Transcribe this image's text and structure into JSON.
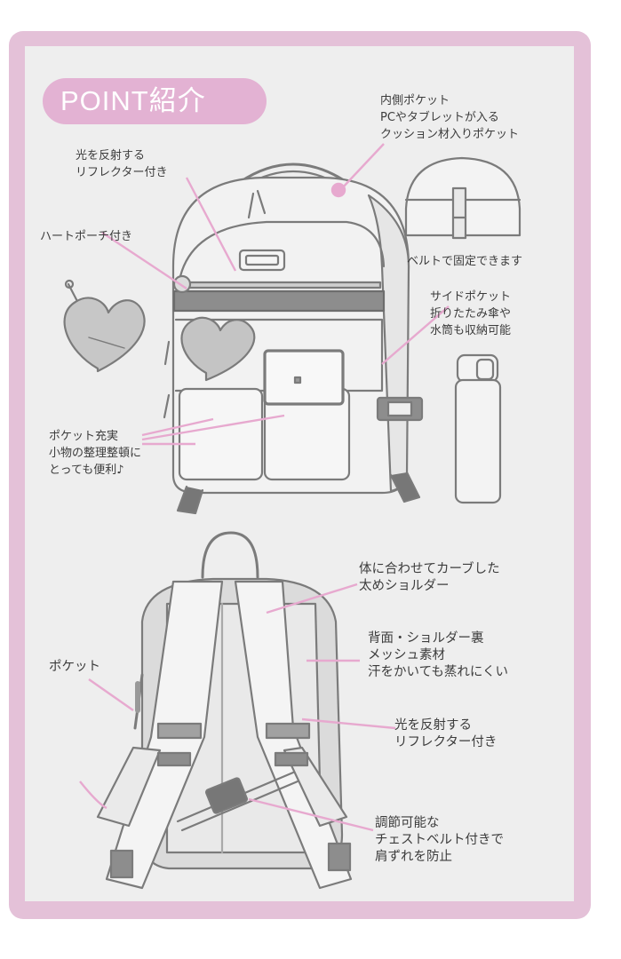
{
  "badge_title": "POINT紹介",
  "labels": {
    "reflector_top": "光を反射する\nリフレクター付き",
    "heart_pouch": "ハートポーチ付き",
    "inner_pocket": "内側ポケット\nPCやタブレットが入る\nクッション材入りポケット",
    "belt_fixed": "ベルトで固定できます",
    "side_pocket": "サイドポケット\n折りたたみ傘や\n水筒も収納可能",
    "pockets_many": "ポケット充実\n小物の整理整頓に\nとっても便利♪",
    "curved_shoulder": "体に合わせてカーブした\n太めショルダー",
    "back_mesh": "背面・ショルダー裏\nメッシュ素材\n汗をかいても蒸れにくい",
    "back_pocket": "ポケット",
    "reflector_bottom": "光を反射する\nリフレクター付き",
    "chest_belt": "調節可能な\nチェストベルト付きで\n肩ずれを防止"
  },
  "colors": {
    "frame": "#e4c1d8",
    "badge": "#e3b2d3",
    "leader": "#e7a9cf",
    "reflector_strip": "#8a8a8a"
  }
}
